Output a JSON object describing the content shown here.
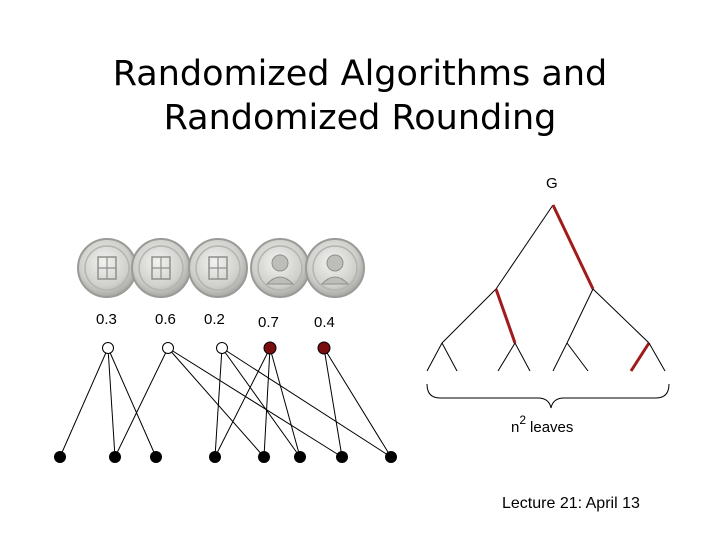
{
  "slide": {
    "title_line1": "Randomized Algorithms and",
    "title_line2": "Randomized Rounding",
    "footer": "Lecture 21: April 13"
  },
  "coins": {
    "items": [
      {
        "kind": "queen-silver-coin",
        "probability": "0.3"
      },
      {
        "kind": "queen-silver-coin",
        "probability": "0.6"
      },
      {
        "kind": "queen-silver-coin",
        "probability": "0.2"
      },
      {
        "kind": "king-portrait-coin",
        "probability": "0.7"
      },
      {
        "kind": "king-portrait-coin",
        "probability": "0.4"
      }
    ]
  },
  "bipartite": {
    "top_nodes": [
      {
        "selected": false
      },
      {
        "selected": false
      },
      {
        "selected": false
      },
      {
        "selected": true
      },
      {
        "selected": true
      }
    ],
    "bottom_node_count": 8,
    "edges": [
      [
        0,
        0
      ],
      [
        0,
        1
      ],
      [
        0,
        2
      ],
      [
        1,
        1
      ],
      [
        1,
        4
      ],
      [
        1,
        6
      ],
      [
        2,
        3
      ],
      [
        2,
        5
      ],
      [
        2,
        7
      ],
      [
        3,
        3
      ],
      [
        3,
        4
      ],
      [
        3,
        5
      ],
      [
        4,
        6
      ],
      [
        4,
        7
      ]
    ]
  },
  "tree": {
    "root_label": "G",
    "leaves_base": "n",
    "leaves_exponent": "2",
    "leaves_text": "leaves"
  },
  "colors": {
    "highlight": "#a01b1b",
    "selected_node": "#7a0d0d",
    "line": "#000000",
    "coin_face": "#d6d6d4",
    "coin_rim": "#a9a9a7"
  }
}
